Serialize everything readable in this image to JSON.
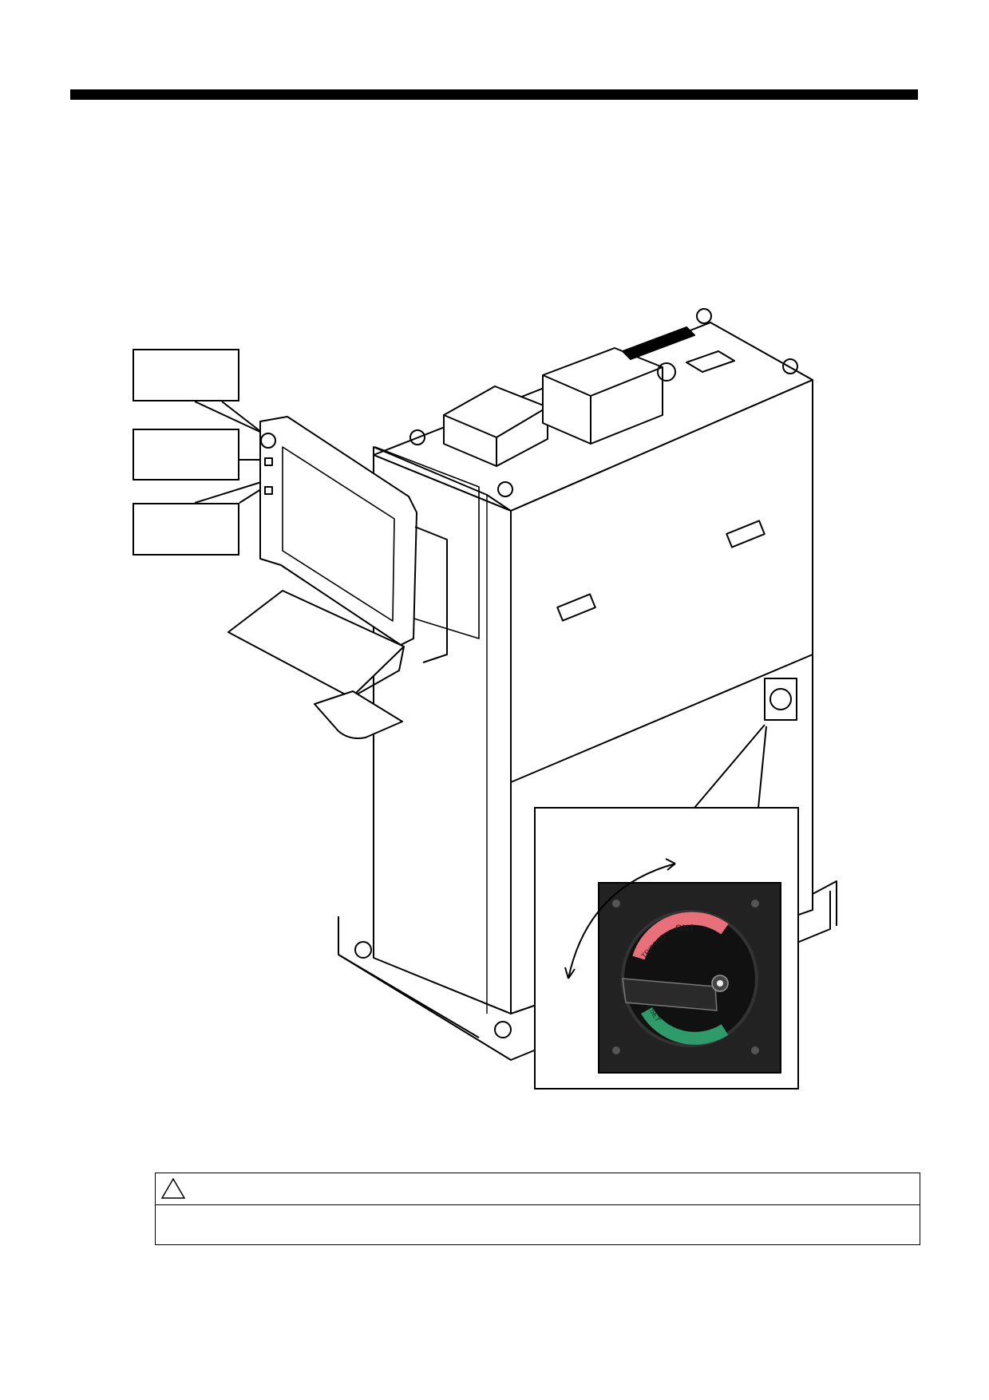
{
  "header": {
    "rule": ""
  },
  "callouts": [
    {
      "id": "callout-top",
      "text": ""
    },
    {
      "id": "callout-middle",
      "text": ""
    },
    {
      "id": "callout-bottom",
      "text": ""
    }
  ],
  "switch": {
    "label_on": "ON |",
    "label_tripped": "TRIPPED",
    "label_reset": "RESET",
    "color_on": "#e8707a",
    "color_reset": "#2f9a6a"
  },
  "warning": {
    "icon": "warning-triangle-icon",
    "heading": "",
    "body": ""
  }
}
